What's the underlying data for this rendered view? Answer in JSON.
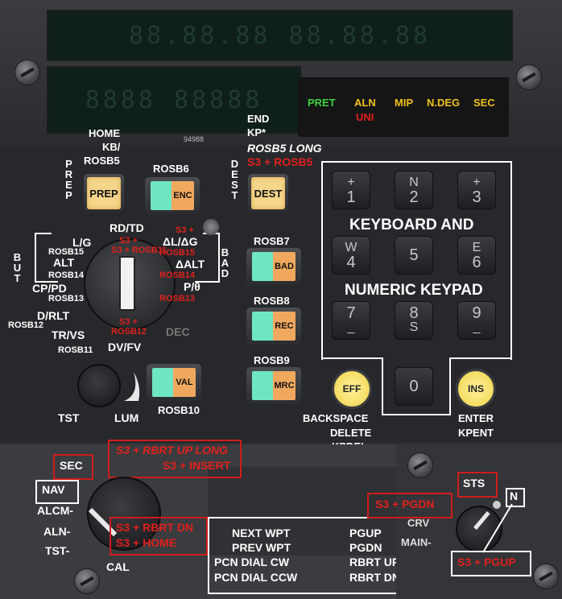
{
  "display": {
    "upper_segments": "88.88.88 88.88.88",
    "lower_segments": "8888 88888"
  },
  "annunciator": {
    "pret": {
      "label": "PRET",
      "color": "#3dd23d"
    },
    "aln": {
      "label": "ALN",
      "color": "#f0c21c"
    },
    "uni": {
      "label": "UNI",
      "color": "#e0201c"
    },
    "mip": {
      "label": "MIP",
      "color": "#f0c21c"
    },
    "ndeg": {
      "label": "N.DEG",
      "color": "#f0c21c"
    },
    "sec": {
      "label": "SEC",
      "color": "#f0c21c"
    }
  },
  "part_number": "94988",
  "prep": {
    "vertical_label": "PREP",
    "button": "PREP",
    "bind1": "HOME",
    "bind2": "KB/",
    "bind3": "ROSB5"
  },
  "enc": {
    "rosb": "ROSB6",
    "button": "ENC"
  },
  "dest": {
    "vertical_label": "DEST",
    "button": "DEST",
    "bind1": "END",
    "bind2": "KP*",
    "bind3": "ROSB5 LONG",
    "bind4": "S3 + ROSB5"
  },
  "keypad": {
    "title1": "KEYBOARD AND",
    "title2": "NUMERIC KEYPAD",
    "keys": [
      {
        "top": "+",
        "bottom": "1"
      },
      {
        "top": "N",
        "bottom": "2"
      },
      {
        "top": "+",
        "bottom": "3"
      },
      {
        "top": "W",
        "bottom": "4"
      },
      {
        "top": "",
        "bottom": "5"
      },
      {
        "top": "E",
        "bottom": "6"
      },
      {
        "top": "7",
        "bottom": "_"
      },
      {
        "top": "8",
        "bottom": "S"
      },
      {
        "top": "9",
        "bottom": "_"
      },
      {
        "top": "",
        "bottom": "0"
      }
    ]
  },
  "eff": {
    "button": "EFF",
    "bind1": "BACKSPACE",
    "bind2": "DELETE",
    "bind3": "KPDEL"
  },
  "ins": {
    "button": "INS",
    "bind1": "ENTER",
    "bind2": "KPENT"
  },
  "right_buttons": [
    {
      "rosb": "ROSB7",
      "button": "BAD"
    },
    {
      "rosb": "ROSB8",
      "button": "REC"
    },
    {
      "rosb": "ROSB9",
      "button": "MRC"
    }
  ],
  "val": {
    "button": "VAL",
    "rosb": "ROSB10"
  },
  "selector": {
    "but_label": "BUT",
    "bad_label": "BAD",
    "rd_td": "RD/TD",
    "s3_rosb11": "S3 + ROSB11",
    "s3_top": "S3 +",
    "dl_dg": "ΔL/ΔG",
    "rosb15_right": "ROSB15",
    "dalt": "ΔALT",
    "rosb14_right": "ROSB14",
    "p_theta": "P/θ",
    "rosb13_right": "ROSB13",
    "lg": "L/G",
    "rosb15_left": "ROSB15",
    "alt": "ALT",
    "rosb14_left": "ROSB14",
    "cp_pd": "CP/PD",
    "rosb13_left": "ROSB13",
    "d_rlt": "D/RLT",
    "rosb12": "ROSB12",
    "tr_vs": "TR/VS",
    "rosb11": "ROSB11",
    "s3_rosb12_a": "S3 +",
    "s3_rosb12_b": "ROSB12",
    "dec": "DEC",
    "dv_fv": "DV/FV"
  },
  "tst": "TST",
  "lum": "LUM",
  "mode_panel": {
    "sec": "SEC",
    "nav": "NAV",
    "alcm": "ALCM-",
    "aln": "ALN-",
    "tst": "TST-",
    "cal": "CAL",
    "red_box1_line1": "S3 + RBRT UP LONG",
    "red_box1_line2": "S3 + INSERT",
    "red_box2_line1": "S3 + RBRT  DN",
    "red_box2_line2": "S3 + HOME"
  },
  "dial_bindings": {
    "left": [
      "NEXT WPT",
      "PREV WPT",
      "PCN DIAL CW",
      "PCN DIAL CCW"
    ],
    "right": [
      "PGUP",
      "PGDN",
      "RBRT UP",
      "RBRT DN"
    ]
  },
  "sts_panel": {
    "sts": "STS",
    "n": "N",
    "crv": "CRV",
    "main": "MAIN-",
    "pgdn": "S3 + PGDN",
    "pgup": "S3 + PGUP"
  }
}
